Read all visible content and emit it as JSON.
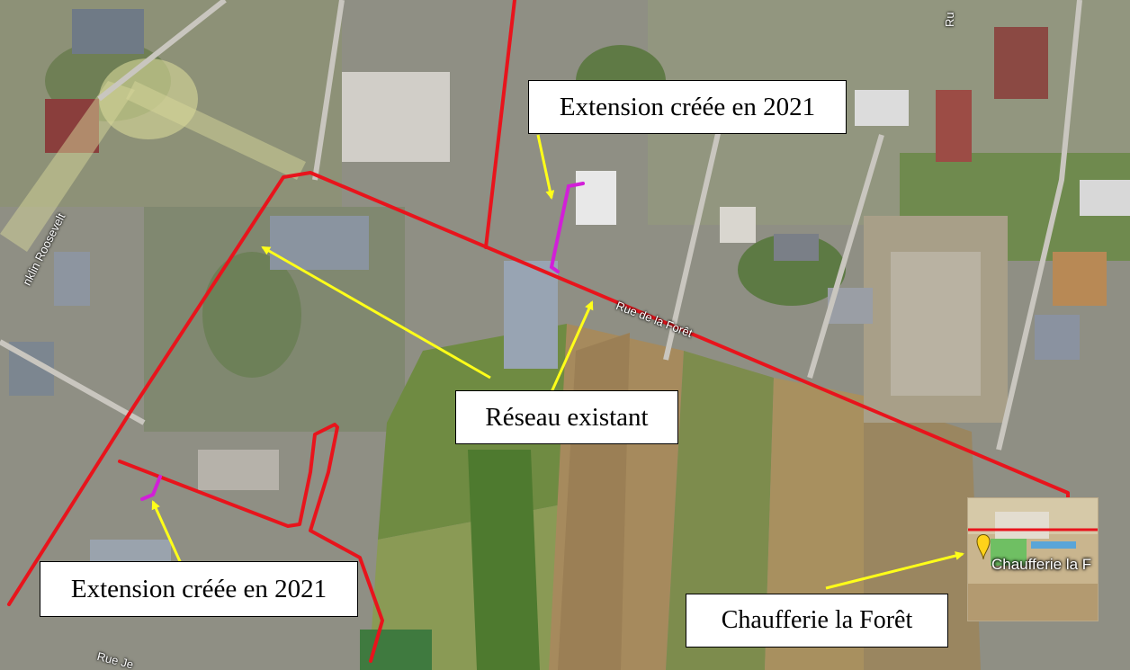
{
  "map": {
    "type": "aerial-satellite",
    "colors": {
      "existing_network": "#e8141c",
      "extension": "#d21fd8",
      "pointer_arrow": "#ffff19",
      "callout_background": "#ffffff",
      "callout_border": "#000000"
    }
  },
  "callouts": {
    "extension_top": "Extension créée en 2021",
    "existing_network": "Réseau existant",
    "extension_bottom": "Extension créée en 2021",
    "chaufferie": "Chaufferie la Forêt"
  },
  "street_labels": {
    "rue_foret": "Rue de la Forêt",
    "roosevelt": "nklin Roosevelt",
    "rue_jean": "Rue Je",
    "ru_top": "Ru"
  },
  "inset": {
    "marker_label": "Chaufferie la F",
    "marker_icon": "yellow-pin-icon"
  }
}
